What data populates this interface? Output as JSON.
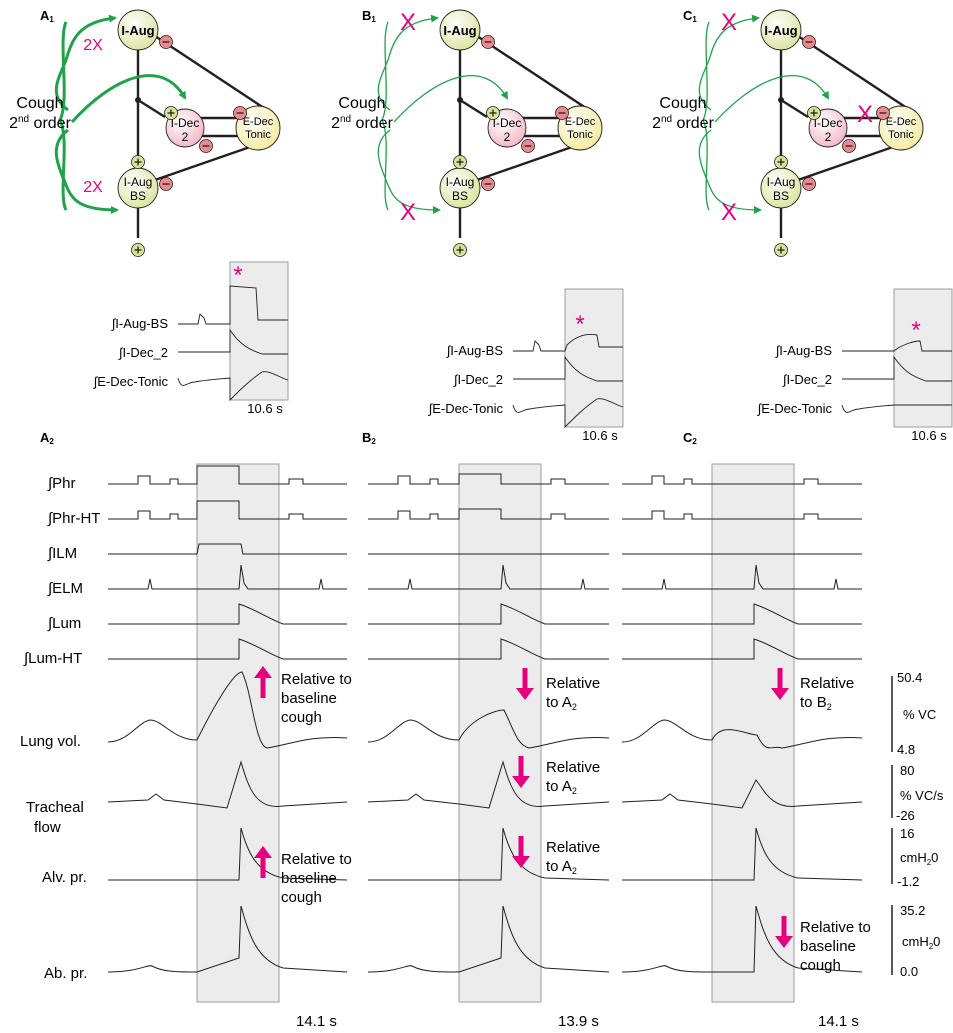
{
  "panels": {
    "A1": {
      "letter": "A",
      "sub": "1"
    },
    "B1": {
      "letter": "B",
      "sub": "1"
    },
    "C1": {
      "letter": "C",
      "sub": "1"
    },
    "A2": {
      "letter": "A",
      "sub": "2"
    },
    "B2": {
      "letter": "B",
      "sub": "2"
    },
    "C2": {
      "letter": "C",
      "sub": "2"
    }
  },
  "network": {
    "node_iaug": "I-Aug",
    "node_iaug_bs_1": "I-Aug",
    "node_iaug_bs_2": "BS",
    "node_idec_1": "I-Dec",
    "node_idec_2": "2",
    "node_edec_1": "E-Dec",
    "node_edec_2": "Tonic",
    "cough_1": "Cough",
    "cough_2a": "2",
    "cough_2b": "nd",
    "cough_2c": " order",
    "plus": "+",
    "minus": "−",
    "mark_2x": "2X",
    "mark_x": "X",
    "asterisk": "*"
  },
  "inset": {
    "label_iaug_bs": "∫I-Aug-BS",
    "label_idec2": "∫I-Dec_2",
    "label_edec_tonic": "∫E-Dec-Tonic",
    "duration": "10.6 s"
  },
  "traces": {
    "phr": "∫Phr",
    "phr_ht": "∫Phr-HT",
    "ilm": "∫ILM",
    "elm": "∫ELM",
    "lum": "∫Lum",
    "lum_ht": "∫Lum-HT",
    "lung_vol": "Lung vol.",
    "tracheal_1": "Tracheal",
    "tracheal_2": "flow",
    "alv_pr": "Alv. pr.",
    "ab_pr": "Ab. pr."
  },
  "annotations": {
    "relative_to": "Relative to",
    "relative": "Relative",
    "to": "to",
    "baseline": "baseline",
    "cough": "cough",
    "A": "A",
    "B": "B",
    "sub2": "2"
  },
  "scales": {
    "lung_max": "50.4",
    "lung_unit": "% VC",
    "lung_min": "4.8",
    "flow_max": "80",
    "flow_unit": "% VC/s",
    "flow_min": "-26",
    "alv_max": "16",
    "alv_unit_a": "cmH",
    "alv_unit_b": "2",
    "alv_unit_c": "0",
    "alv_min": "-1.2",
    "ab_max": "35.2",
    "ab_unit_a": "cmH",
    "ab_unit_b": "2",
    "ab_unit_c": "0",
    "ab_min": "0.0"
  },
  "durations": {
    "A2": "14.1 s",
    "B2": "13.9 s",
    "C2": "14.1 s"
  },
  "colors": {
    "iaug_fill": "#e9efb8",
    "idec_fill": "#f5c6d2",
    "edec_fill": "#f8f2b6",
    "minus_fill": "#e98a8f",
    "plus_fill": "#d8e39a",
    "green": "#1fa34a",
    "magenta": "#e6007e",
    "shade": "#ececec"
  }
}
